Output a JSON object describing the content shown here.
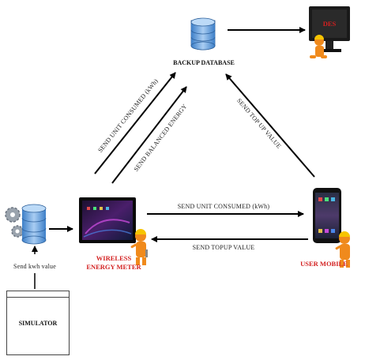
{
  "nodes": {
    "backup_database": "BACKUP DATABASE",
    "des": "DES",
    "wireless_energy_meter_line1": "WIRELESS",
    "wireless_energy_meter_line2": "ENERGY METER",
    "user_mobile": "USER MOBILE",
    "simulator": "SIMULATOR",
    "send_kwh_value": "Send kwh value"
  },
  "edges": {
    "meter_to_db_unit": "SEND UNIT CONSUMED (kWh)",
    "meter_to_db_balance": "SEND BALANCED ENERGY",
    "mobile_to_db_topup": "SEND TOP UP VALUE",
    "meter_to_mobile_unit": "SEND UNIT CONSUMED (kWh)",
    "mobile_to_meter_topup": "SEND TOPUP VALUE"
  },
  "colors": {
    "arrow": "#000000",
    "accent_red": "#d32020",
    "database_blue": "#6a9fd8",
    "worker_orange": "#f08a1c"
  }
}
